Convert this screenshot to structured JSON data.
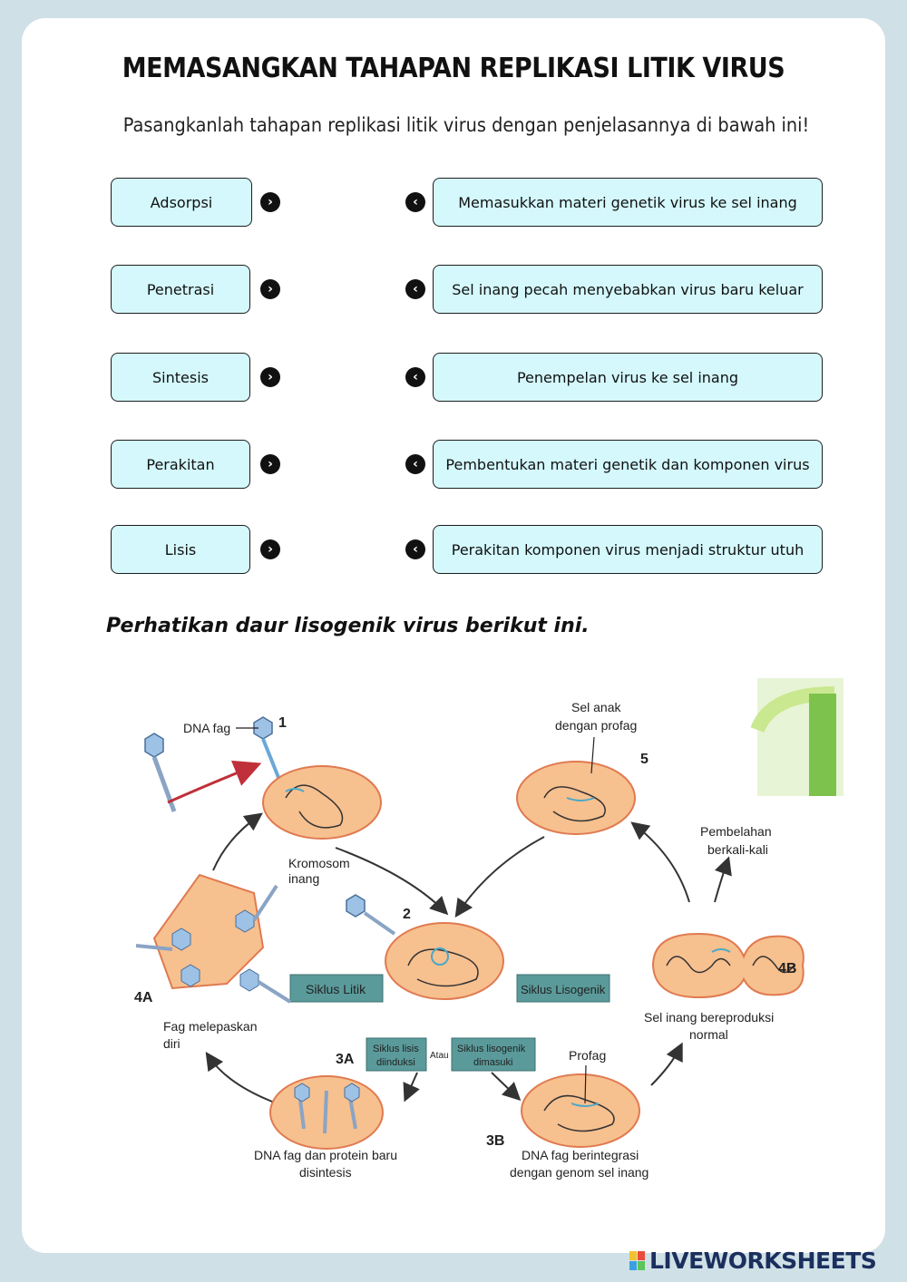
{
  "title": "MEMASANGKAN TAHAPAN REPLIKASI LITIK VIRUS",
  "instruction": "Pasangkanlah tahapan replikasi litik virus dengan penjelasannya di bawah ini!",
  "left_items": [
    "Adsorpsi",
    "Penetrasi",
    "Sintesis",
    "Perakitan",
    "Lisis"
  ],
  "right_items": [
    "Memasukkan materi genetik virus ke sel inang",
    "Sel inang pecah menyebabkan virus baru keluar",
    "Penempelan virus ke sel inang",
    "Pembentukan materi genetik dan komponen virus",
    "Perakitan komponen virus menjadi struktur utuh"
  ],
  "section_heading": "Perhatikan daur lisogenik virus berikut ini.",
  "diagram": {
    "dna_fag": "DNA fag",
    "step1": "1",
    "kromosom_1": "Kromosom",
    "kromosom_2": "inang",
    "step2": "2",
    "siklus_litik": "Siklus Litik",
    "siklus_lisogenik": "Siklus Lisogenik",
    "step4a": "4A",
    "fag_lepas_1": "Fag melepaskan",
    "fag_lepas_2": "diri",
    "step3a": "3A",
    "lisis_induksi_1": "Siklus lisis",
    "lisis_induksi_2": "diinduksi",
    "atau": "Atau",
    "lisogenik_masuk_1": "Siklus lisogenik",
    "lisogenik_masuk_2": "dimasuki",
    "profag": "Profag",
    "step3b": "3B",
    "dna_protein_1": "DNA fag dan protein baru",
    "dna_protein_2": "disintesis",
    "integrasi_1": "DNA fag berintegrasi",
    "integrasi_2": "dengan genom sel inang",
    "sel_anak_1": "Sel anak",
    "sel_anak_2": "dengan profag",
    "step5": "5",
    "pembelahan_1": "Pembelahan",
    "pembelahan_2": "berkali-kali",
    "step4b": "4B",
    "reproduksi_1": "Sel inang bereproduksi",
    "reproduksi_2": "normal"
  },
  "brand": "LIVEWORKSHEETS",
  "colors": {
    "box_fill": "#d4f8fc",
    "background": "#cfe0e6",
    "cell_fill": "#f7c08f",
    "cell_edge": "#e07a50",
    "label_box": "#5b9a9a",
    "brand": "#1b2f5e"
  }
}
